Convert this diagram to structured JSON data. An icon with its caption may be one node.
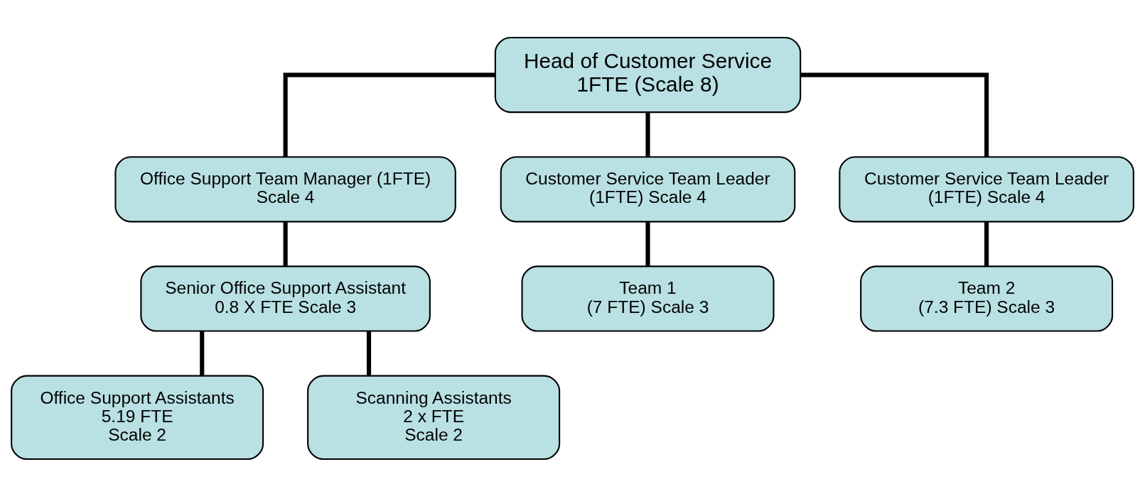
{
  "diagram": {
    "nodes": [
      {
        "text": [
          "Head of Customer Service",
          "1FTE (Scale 8)"
        ]
      },
      {
        "text": [
          "Office Support Team Manager (1FTE)",
          "Scale 4"
        ]
      },
      {
        "text": [
          "Customer Service Team Leader",
          "(1FTE) Scale 4"
        ]
      },
      {
        "text": [
          "Customer Service Team Leader",
          "(1FTE) Scale 4"
        ]
      },
      {
        "text": [
          "Senior Office Support Assistant",
          "0.8 X FTE Scale 3"
        ]
      },
      {
        "text": [
          "Team 1",
          "(7 FTE) Scale 3"
        ]
      },
      {
        "text": [
          "Team 2",
          "(7.3 FTE) Scale 3"
        ]
      },
      {
        "text": [
          "Office Support Assistants",
          "5.19 FTE",
          "Scale 2"
        ]
      },
      {
        "text": [
          "Scanning Assistants",
          "2 x FTE",
          "Scale 2"
        ]
      }
    ],
    "edges": [
      {
        "from": 0,
        "to": 1,
        "arrow": "none"
      },
      {
        "from": 0,
        "to": 2,
        "arrow": "none"
      },
      {
        "from": 0,
        "to": 3,
        "arrow": "none"
      },
      {
        "from": 1,
        "to": 4,
        "arrow": "none"
      },
      {
        "from": 2,
        "to": 5,
        "arrow": "none"
      },
      {
        "from": 3,
        "to": 6,
        "arrow": "none"
      },
      {
        "from": 4,
        "to": 7,
        "arrow": "none"
      },
      {
        "from": 4,
        "to": 8,
        "arrow": "none"
      }
    ]
  }
}
